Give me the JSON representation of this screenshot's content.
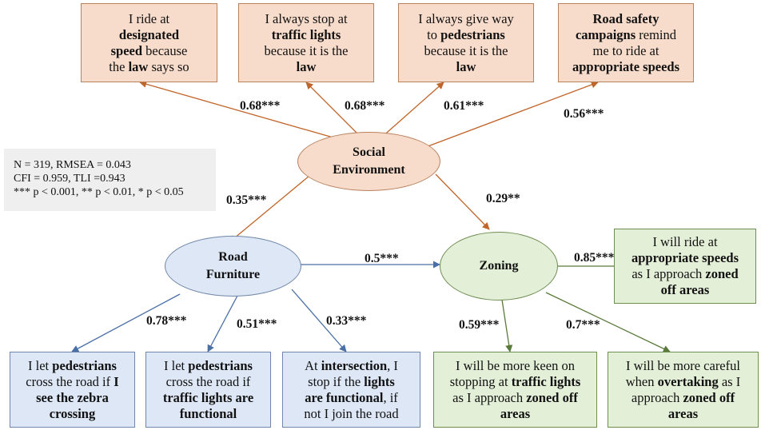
{
  "stats": {
    "line1": "N = 319, RMSEA = 0.043",
    "line2": "CFI = 0.959, TLI =0.943",
    "line3": "*** p < 0.001, ** p < 0.01, * p < 0.05"
  },
  "nodes": {
    "social": {
      "line1": "Social",
      "line2": "Environment"
    },
    "road": {
      "line1": "Road",
      "line2": "Furniture"
    },
    "zoning": {
      "label": "Zoning"
    }
  },
  "items": {
    "s1": {
      "t1": "I ride at",
      "b1": "designated",
      "b2": "speed",
      "t2": " because",
      "t3": "the ",
      "b3": "law",
      "t4": " says so"
    },
    "s2": {
      "t1": "I always stop at",
      "b1": "traffic lights",
      "t2": "because it is the",
      "b2": "law"
    },
    "s3": {
      "t1": "I always give way",
      "t2": "to ",
      "b1": "pedestrians",
      "t3": "because it is the",
      "b2": "law"
    },
    "s4": {
      "b1": "Road safety",
      "b2": "campaigns",
      "t1": " remind",
      "t2": "me to ride at",
      "b3": "appropriate speeds"
    },
    "r1": {
      "t1": "I let ",
      "b1": "pedestrians",
      "t2": "cross the road if ",
      "b2": "I",
      "b3": "see the zebra",
      "b4": "crossing"
    },
    "r2": {
      "t1": "I let ",
      "b1": "pedestrians",
      "t2": "cross the road if",
      "b2": "traffic lights are",
      "b3": "functional"
    },
    "r3": {
      "t1": "At ",
      "b1": "intersection",
      "t2": ", I",
      "t3": "stop if the ",
      "b2": "lights",
      "b3": "are functional",
      "t4": ", if",
      "t5": "not I join the road"
    },
    "z1": {
      "t1": "I will ride at",
      "b1": "appropriate speeds",
      "t2": "as I approach ",
      "b2": "zoned",
      "b3": "off areas"
    },
    "z2": {
      "t1": "I will be more keen on",
      "t2": "stopping at ",
      "b1": "traffic lights",
      "t3": "as I approach ",
      "b2": "zoned off",
      "b3": "areas"
    },
    "z3": {
      "t1": "I will be more careful",
      "t2": "when ",
      "b1": "overtaking",
      "t3": " as I",
      "t4": "approach ",
      "b2": "zoned off",
      "b3": "areas"
    }
  },
  "paths": {
    "s1": "0.68***",
    "s2": "0.68***",
    "s3": "0.61***",
    "s4": "0.56***",
    "social_road": "0.35***",
    "social_zoning": "0.29**",
    "road_zoning": "0.5***",
    "r1": "0.78***",
    "r2": "0.51***",
    "r3": "0.33***",
    "z1": "0.85***",
    "z2": "0.59***",
    "z3": "0.7***"
  },
  "colors": {
    "social_edge": "#c0652a",
    "road_edge": "#4a6fa5",
    "zoning_edge": "#5a7a3a"
  }
}
